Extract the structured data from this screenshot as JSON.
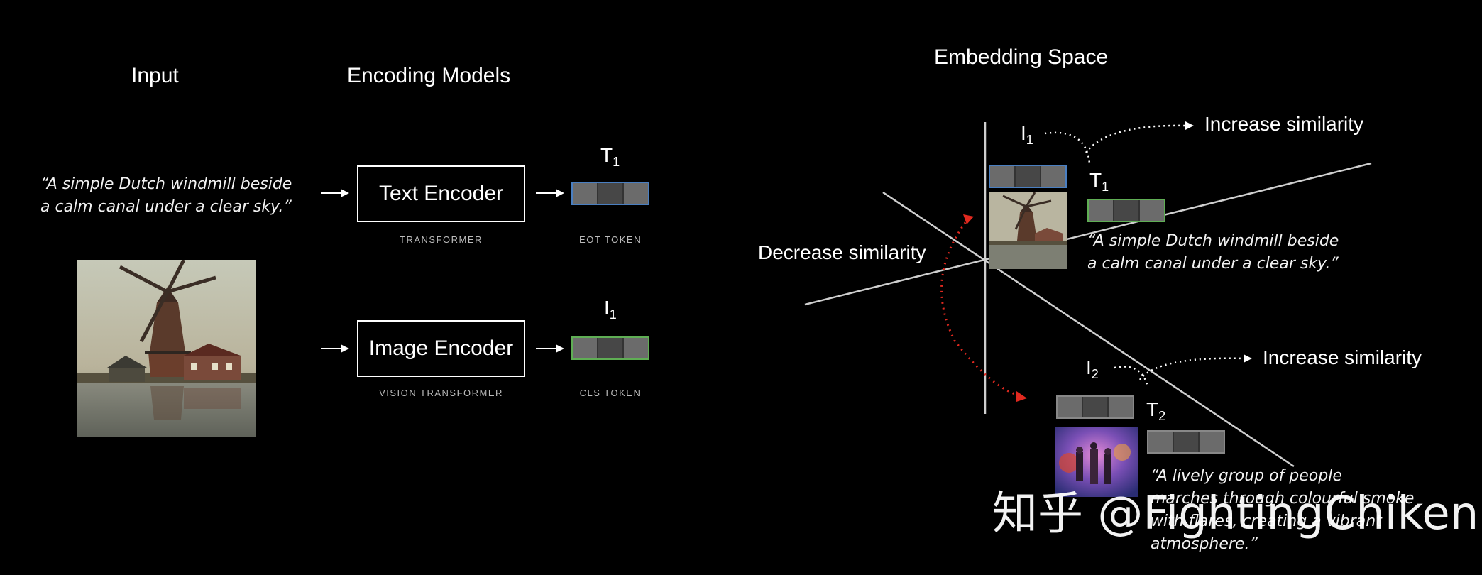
{
  "headings": {
    "input": "Input",
    "encoding_models": "Encoding Models",
    "embedding_space": "Embedding Space"
  },
  "input_caption": {
    "line1": "“A simple Dutch windmill beside",
    "line2": "a calm canal under a clear sky.”"
  },
  "encoders": {
    "text": {
      "label": "Text Encoder",
      "sublabel": "TRANSFORMER",
      "token_name": "T",
      "token_sub": "1",
      "token_type": "EOT TOKEN"
    },
    "image": {
      "label": "Image Encoder",
      "sublabel": "VISION TRANSFORMER",
      "token_name": "I",
      "token_sub": "1",
      "token_type": "CLS TOKEN"
    }
  },
  "embedding": {
    "i1": {
      "name": "I",
      "sub": "1"
    },
    "t1": {
      "name": "T",
      "sub": "1"
    },
    "i2": {
      "name": "I",
      "sub": "2"
    },
    "t2": {
      "name": "T",
      "sub": "2"
    },
    "increase_similarity": "Increase similarity",
    "decrease_similarity": "Decrease similarity",
    "caption1": {
      "line1": "“A simple Dutch windmill beside",
      "line2": "a calm canal under a clear sky.”"
    },
    "caption2": {
      "line1": "“A lively group of people",
      "line2": "marches through colourful smoke",
      "line3": "with flares, creating a vibrant",
      "line4": "atmosphere.”"
    }
  },
  "watermark": "知乎 @FightingChiken",
  "colors": {
    "background": "#000000",
    "image_vector_border": "#4a7fc1",
    "text_vector_border": "#5fae54",
    "decrease_arrow": "#e0291f",
    "axis_line": "#cfcfcf"
  }
}
